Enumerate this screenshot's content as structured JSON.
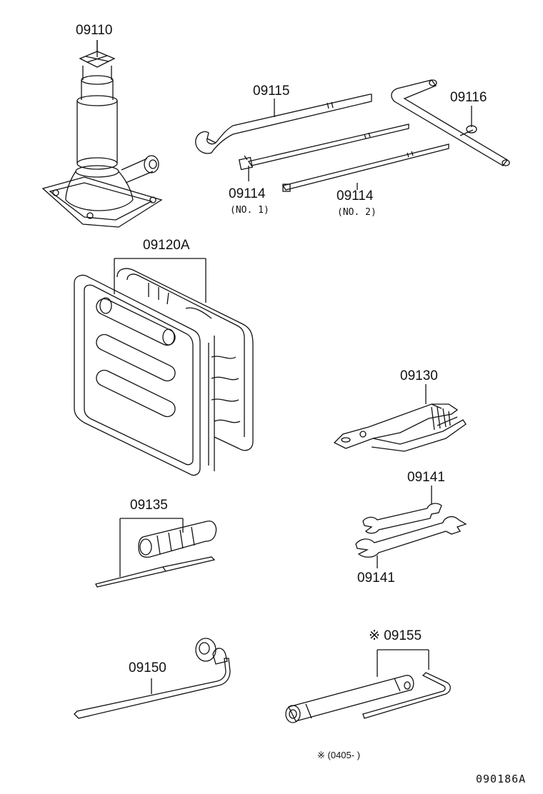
{
  "parts": {
    "jack": "09110",
    "hub_nut_wrench": "09115",
    "jack_handle": "09116",
    "extension_bar_1": "09114",
    "extension_bar_1_note": "(NO. 1)",
    "extension_bar_2": "09114",
    "extension_bar_2_note": "(NO. 2)",
    "tool_bag": "09120A",
    "pliers": "09130",
    "screwdriver": "09135",
    "wrench_top": "09141",
    "wrench_bottom": "09141",
    "wheel_nut_wrench": "09150",
    "plug_wrench": "※ 09155"
  },
  "footnote": "※ (0405-      )",
  "figure_code": "090186A"
}
